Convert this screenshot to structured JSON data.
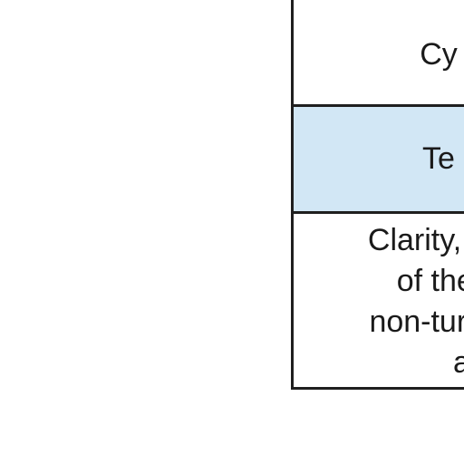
{
  "table": {
    "rows": [
      {
        "text": "Cy"
      },
      {
        "text": "Te"
      },
      {
        "text": "Clarity, De\n  of the s\nnon-turbul\n       all"
      }
    ]
  },
  "colors": {
    "border": "#1f1f1f",
    "highlight_row": "#d2e7f5",
    "background": "#ffffff"
  }
}
